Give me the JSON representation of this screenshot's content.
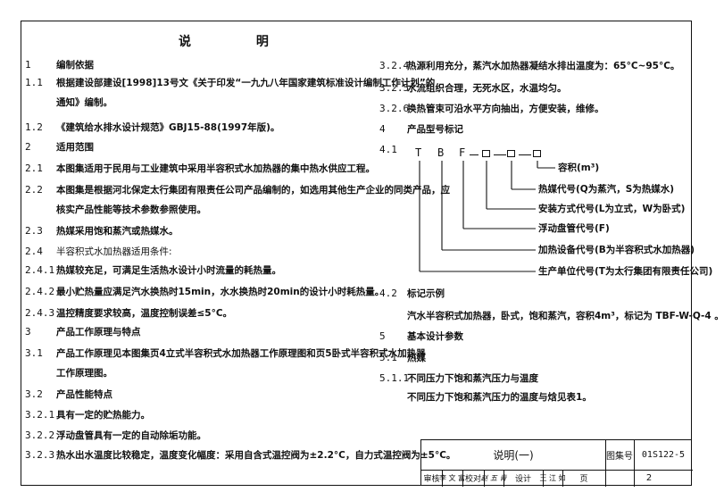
{
  "title": "说 明",
  "left": [
    {
      "num": "1",
      "text": "编制依据",
      "bold": true
    },
    {
      "num": "1.1",
      "text": "根据建设部建设[1998]13号文《关于印发“一九九八年国家建筑标准设计编制工作计划”的",
      "bold": true
    },
    {
      "num": "",
      "text": "通知》编制。",
      "bold": true
    },
    {
      "num": "1.2",
      "text": "《建筑给水排水设计规范》GBJ15-88(1997年版)。",
      "bold": true
    },
    {
      "num": "2",
      "text": "适用范围",
      "bold": true
    },
    {
      "num": "2.1",
      "text": "本图集适用于民用与工业建筑中采用半容积式水加热器的集中热水供应工程。",
      "bold": true
    },
    {
      "num": "2.2",
      "text": "本图集是根据河北保定太行集团有限责任公司产品编制的，如选用其他生产企业的同类产品，应",
      "bold": true
    },
    {
      "num": "",
      "text": "核实产品性能等技术参数参照使用。",
      "bold": true
    },
    {
      "num": "2.3",
      "text": "热媒采用饱和蒸汽或热媒水。",
      "bold": true
    },
    {
      "num": "2.4",
      "text": "半容积式水加热器适用条件:",
      "bold": false
    },
    {
      "num": "2.4.1",
      "text": "热媒较充足，可满足生活热水设计小时流量的耗热量。",
      "bold": true
    },
    {
      "num": "2.4.2",
      "text": "最小贮热量应满足汽水换热时15min，水水换热时20min的设计小时耗热量。",
      "bold": true
    },
    {
      "num": "2.4.3",
      "text": "温控精度要求较高，温度控制误差≤5°C。",
      "bold": true
    },
    {
      "num": "3",
      "text": "产品工作原理与特点",
      "bold": true
    },
    {
      "num": "3.1",
      "text": "产品工作原理见本图集页4立式半容积式水加热器工作原理图和页5卧式半容积式水加热器",
      "bold": true
    },
    {
      "num": "",
      "text": "工作原理图。",
      "bold": true
    },
    {
      "num": "3.2",
      "text": "产品性能特点",
      "bold": true
    },
    {
      "num": "3.2.1",
      "text": "具有一定的贮热能力。",
      "bold": true
    },
    {
      "num": "3.2.2",
      "text": "浮动盘管具有一定的自动除垢功能。",
      "bold": true
    },
    {
      "num": "3.2.3",
      "text": "热水出水温度比较稳定，温度变化幅度：采用自含式温控阀为±2.2°C，自力式温控阀为±5°C。",
      "bold": true
    }
  ],
  "right": [
    {
      "num": "3.2.4",
      "text": "热源利用充分，蒸汽水加热器凝结水排出温度为：65°C~95°C。",
      "bold": true
    },
    {
      "num": "3.2.5",
      "text": "水流组织合理，无死水区，水温均匀。",
      "bold": true
    },
    {
      "num": "3.2.6",
      "text": "换热管束可沿水平方向抽出，方便安装，维修。",
      "bold": true
    },
    {
      "num": "4",
      "text": "产品型号标记",
      "bold": true
    },
    {
      "num": "4.1",
      "text": "",
      "bold": false
    }
  ],
  "model": {
    "letters": [
      "T",
      "B",
      "F"
    ],
    "labels": [
      "容积(m³)",
      "热媒代号(Q为蒸汽，S为热媒水)",
      "安装方式代号(L为立式，W为卧式)",
      "浮动盘管代号(F)",
      "加热设备代号(B为半容积式水加热器)",
      "生产单位代号(T为太行集团有限责任公司)"
    ]
  },
  "right2": [
    {
      "num": "4.2",
      "text": "标记示例",
      "bold": true
    },
    {
      "num": "",
      "text": "汽水半容积式加热器，卧式，饱和蒸汽，容积4m³，标记为 TBF-W-Q-4 。",
      "bold": true
    },
    {
      "num": "5",
      "text": "基本设计参数",
      "bold": true
    },
    {
      "num": "5.1",
      "text": "热媒",
      "bold": true
    },
    {
      "num": "5.1.1",
      "text": "不同压力下饱和蒸汽压力与温度",
      "bold": true
    },
    {
      "num": "",
      "text": "不同压力下饱和蒸汽压力的温度与焓见表1。",
      "bold": true
    }
  ],
  "titleblock": {
    "name": "说明(一)",
    "atlas_label": "图集号",
    "atlas_no": "01S122-5",
    "review_label": "审核",
    "review_name": "李 文 富",
    "check_label": "校对",
    "check_name": "赵 五 青",
    "design_label": "设计",
    "design_name": "王 江 如",
    "page_label": "页",
    "page_no": "2"
  }
}
